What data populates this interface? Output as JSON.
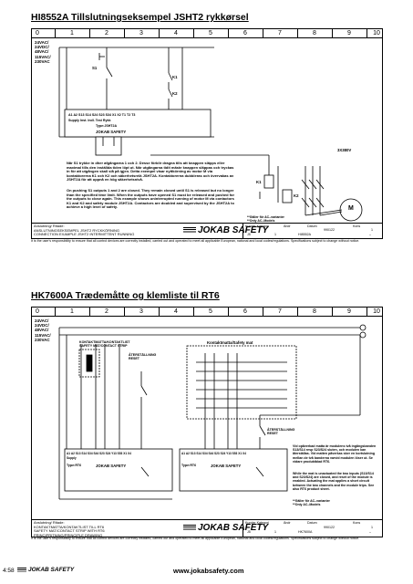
{
  "diagram1": {
    "title": "HI8552A Tillslutningseksempel JSHT2 rykkørsel",
    "ruler": [
      "0",
      "1",
      "2",
      "3",
      "4",
      "5",
      "6",
      "7",
      "8",
      "9",
      "10"
    ],
    "voltages": [
      "24VAC/",
      "24VDC/",
      "48VAC/",
      "115VAC/",
      "230VAC"
    ],
    "labels": {
      "k1": "K1",
      "k2": "K2",
      "s1": "S1",
      "unit_type": "Type:JSHT2A",
      "unit_brand": "JOKAB SAFETY",
      "terminals": "A1  A2  S13 S14 S24 S23 S34  X1  X2  T1  T2  T3",
      "supply": "Supply    Inst.   Indl.          Test  Rykk",
      "motor": "M",
      "voltage3": "3X380V",
      "k1b": "K1",
      "k2b": "K2"
    },
    "description": "Når S1 trykke in dher afgångarna 1 och 2. Desse förblir dragna tills att knappen släpps eller maximal tills den inställda tiden löpt ut. När utgångarna tidit mäste knappen släppas och tryckas in för att utgången skall slå på igjen. Detta exempel visar nyttkörning av motor M via kontaktorerna K1 och K2 och säkerhetsrelä JSHT2A. Kontaktorerna dubbleras och övervakas av JSHT2A för att uppnå en hög säkerhetsnivå.",
    "description_en": "On pushing S1 outputs 1 and 2 are closed. They remain closed until S1 is released but no longer than the specified time limit. When the outputs have opened S1 must be released and pushed for the outputs to close again. This example shows uninterrupted running of motor M via contactors K1 and K2 and safety module JSHT2A. Contactors are doubled and supervised by the JSHT2A to achieve a high level of safety.",
    "legend": [
      "**Gäller för AC–varianter",
      "**Only AC–Models"
    ],
    "tb_left": [
      "Anslutning/ Ritade:",
      "ANSLUTNINGSEKSEMPEL JSHT2 RYCKKÖRNING",
      "CONNECTION EXAMPLE JSHT2 INTERMITTENT RUNNING"
    ],
    "tb_logo": "JOKAB SAFETY",
    "tb_grid": [
      "Kunder Kategori",
      "Ändr",
      "Datum",
      "Kons",
      "J5",
      "1",
      "HI8552A",
      "–",
      "990122",
      "1"
    ],
    "note": "It is the user's responsibility to ensure that all control devices are correctly installed, carried out and operated to meet all applicable European, national and local codes/regulations. Specifications subject to change without notice."
  },
  "diagram2": {
    "title": "HK7600A Trædemåtte og klemliste til RT6",
    "ruler": [
      "0",
      "1",
      "2",
      "3",
      "4",
      "5",
      "6",
      "7",
      "8",
      "9",
      "10"
    ],
    "voltages": [
      "24VAC/",
      "24VDC/",
      "48VAC/",
      "115VAC/",
      "230VAC"
    ],
    "labels": {
      "strip1": "KONTAKTMATTA/KONTAKTLIST",
      "strip1b": "SAFETY MAT/CONTACT STRIP",
      "reset1": "ÅTERSTÄLLNING",
      "reset1b": "RESET",
      "strip2": "Kontaktmatta/Safety mat",
      "reset2": "ÅTERSTÄLLNING",
      "reset2b": "RESET",
      "unit_type": "Type:RT6",
      "unit_brand": "JOKAB SAFETY",
      "unit_type2": "Type:RT6",
      "unit_brand2": "JOKAB SAFETY",
      "terminals1": "A1  A2  S13 S14 S34 S44  S23 S24  Y13  S53  X1  X4",
      "terminals2": "A1  A2  S13 S14 S34 S44  S23 S24  Y13  S53  X1  X4",
      "supply": "Supply"
    },
    "description": "Vid opåverkad matta är modulens två ingångsbanden S13/S14 resp S23/S24 sluten, och modulen kan återställas. Vid matten påverkas sker en kortslutning mellan de två banderna varvid modulen löser ut. Se vidare produktblad RT6.",
    "description_en": "While the mat is unactuated the two inputs (S13/S14 and S23/S24) are closed, and reset of the module is enabled. Actuating the mat applies a short circuit between the two channels and the module trips. See also RT6 product sheet.",
    "legend": [
      "**Gäller för AC–varianter",
      "**Only AC–Models"
    ],
    "tb_left": [
      "Anslutning/ Ritade:",
      "KONTAKTMATTA/KONTAKTLIST TILL RT6",
      "SAFETY MAT/CONTACT STRIP WITH RT6",
      "PRINCIPRITNING/PRINCIPLE DRAWING"
    ],
    "tb_logo": "JOKAB SAFETY",
    "tb_grid": [
      "Kunder Kategori",
      "Ändr",
      "Datum",
      "Kons",
      "J5",
      "1",
      "HK7600A",
      "–",
      "990122",
      "1"
    ],
    "note": "It is the user's responsibility to ensure that all control devices are correctly installed, carried out and operated to meet all applicable European, national and local codes/regulations. Specifications subject to change without notice."
  },
  "footer": {
    "page": "4:58",
    "logo": "JOKAB SAFETY",
    "web": "www.jokabsafety.com"
  }
}
